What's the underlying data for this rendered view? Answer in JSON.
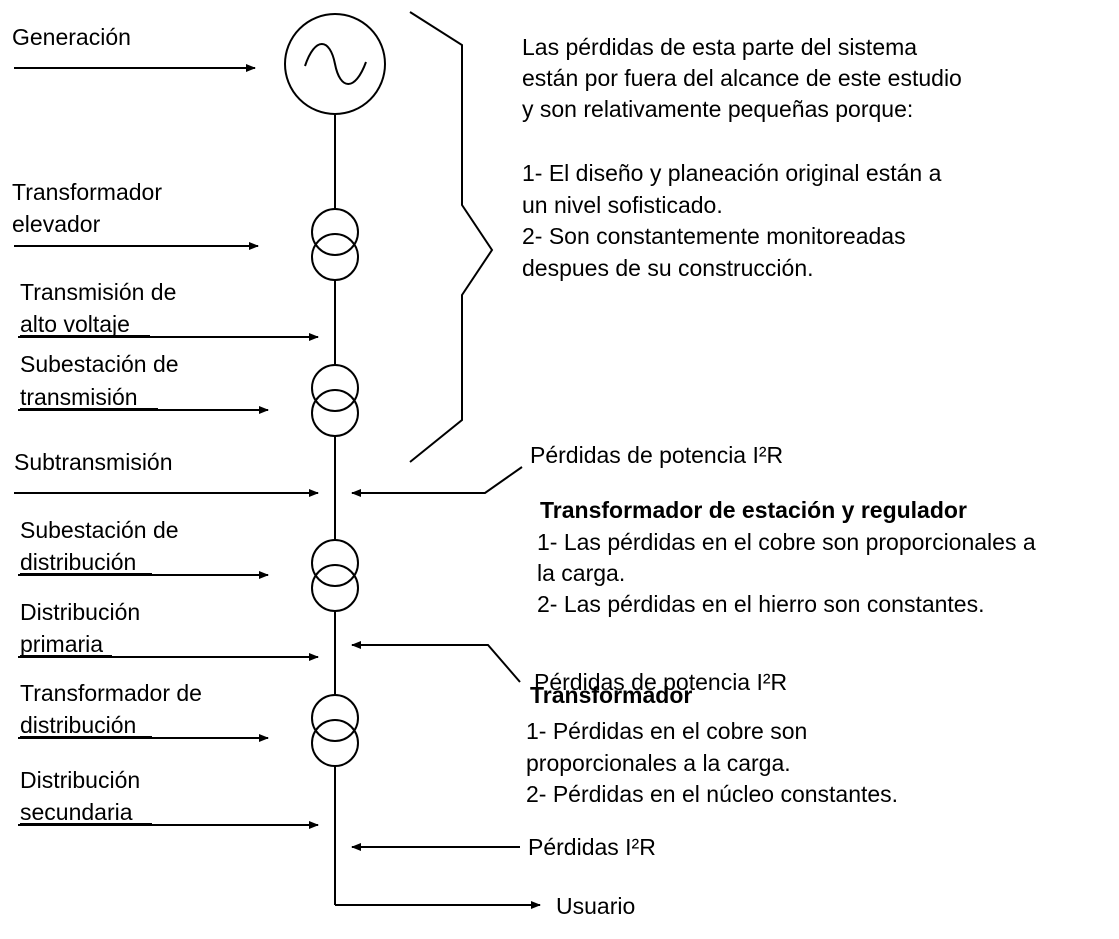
{
  "stages": {
    "generacion": [
      "Generación"
    ],
    "transformador_elevador": [
      "Transformador",
      "elevador"
    ],
    "transmision_alto_voltaje": [
      "Transmisión de",
      "alto voltaje"
    ],
    "subestacion_transmision": [
      "Subestación de",
      "transmisión"
    ],
    "subtransmision": [
      "Subtransmisión"
    ],
    "subestacion_distribucion": [
      "Subestación de",
      "distribución"
    ],
    "distribucion_primaria": [
      "Distribución",
      "primaria"
    ],
    "transformador_distribucion": [
      "Transformador de",
      "distribución"
    ],
    "distribucion_secundaria": [
      "Distribución",
      "secundaria"
    ]
  },
  "user_label": "Usuario",
  "generation_note": {
    "intro": [
      "Las pérdidas de esta parte del sistema",
      "están por fuera del alcance de este estudio",
      "y son relativamente pequeñas porque:"
    ],
    "points": [
      "1- El diseño y planeación original están a",
      "un nivel sofisticado.",
      "2- Son constantemente monitoreadas",
      "despues de su construcción."
    ]
  },
  "losses": {
    "subtransmision": "Pérdidas de potencia I²R",
    "primaria": "Pérdidas de potencia I²R",
    "secundaria": "Pérdidas I²R"
  },
  "station_transformer": {
    "title": "Transformador de estación y regulador",
    "lines": [
      "1- Las pérdidas en el cobre son proporcionales a",
      "la carga.",
      "2- Las pérdidas en el hierro son constantes."
    ]
  },
  "distribution_transformer": {
    "title": "Transformador",
    "lines": [
      "1- Pérdidas en el cobre son",
      "proporcionales a la carga.",
      "2- Pérdidas en el núcleo constantes."
    ]
  }
}
